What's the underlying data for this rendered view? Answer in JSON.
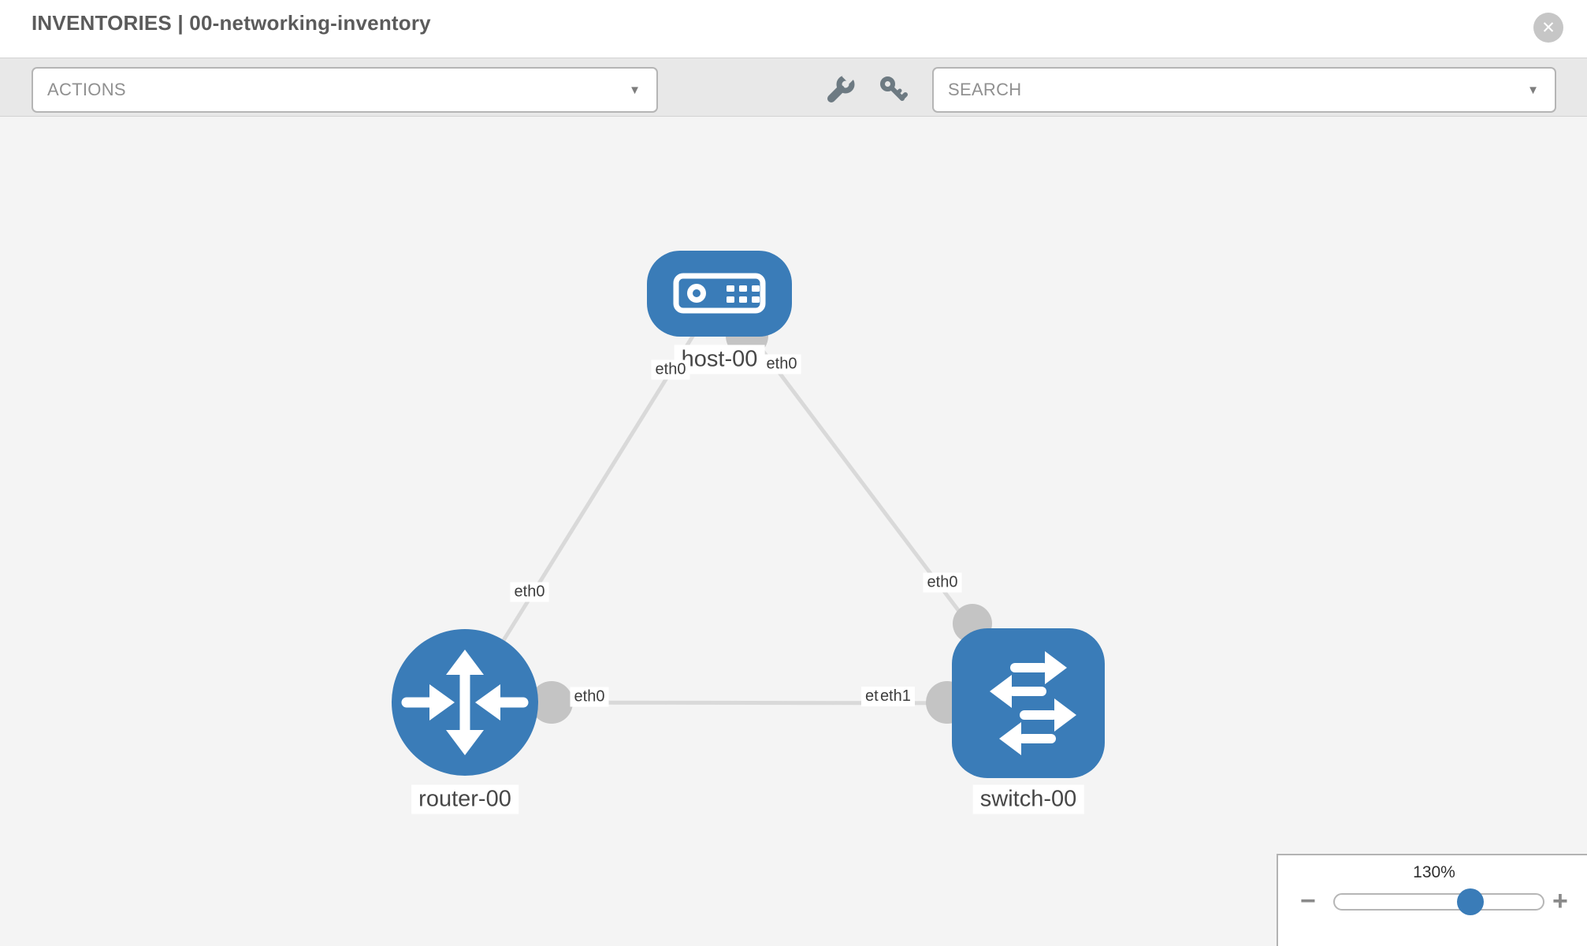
{
  "header": {
    "title": "INVENTORIES | 00-networking-inventory",
    "close_icon": "✕"
  },
  "toolbar": {
    "actions_label": "ACTIONS",
    "search_label": "SEARCH",
    "caret_icon": "▼",
    "icons": [
      "wrench-icon",
      "key-icon"
    ]
  },
  "graph": {
    "nodes": [
      {
        "label": "host-00",
        "type": "host",
        "shape": "rounded-rect"
      },
      {
        "label": "router-00",
        "type": "router",
        "shape": "circle"
      },
      {
        "label": "switch-00",
        "type": "switch",
        "shape": "rounded-square"
      }
    ],
    "links": [
      {
        "source": "host-00",
        "target": "router-00",
        "source_interface": "eth0",
        "target_interface": "eth0"
      },
      {
        "source": "host-00",
        "target": "switch-00",
        "source_interface": "eth0",
        "target_interface": "eth0"
      },
      {
        "source": "router-00",
        "target": "switch-00",
        "source_interface": "eth0",
        "target_interface": "eth1"
      }
    ],
    "interface_labels": {
      "host_to_router": "eth0",
      "host_to_switch": "eth0",
      "router_from_host": "eth0",
      "switch_from_host": "eth0",
      "router_to_switch": "eth0",
      "switch_overlap_back": "eth0",
      "switch_overlap_front": "eth1"
    },
    "colors": {
      "node_fill": "#3a7cb8",
      "link": "#d9d9d9",
      "port": "#c4c4c4",
      "label_text": "#474747",
      "label_bg": "#ffffff"
    }
  },
  "zoom_control": {
    "level": "130%",
    "minus_icon": "−",
    "plus_icon": "+",
    "slider_fraction": 0.64
  }
}
